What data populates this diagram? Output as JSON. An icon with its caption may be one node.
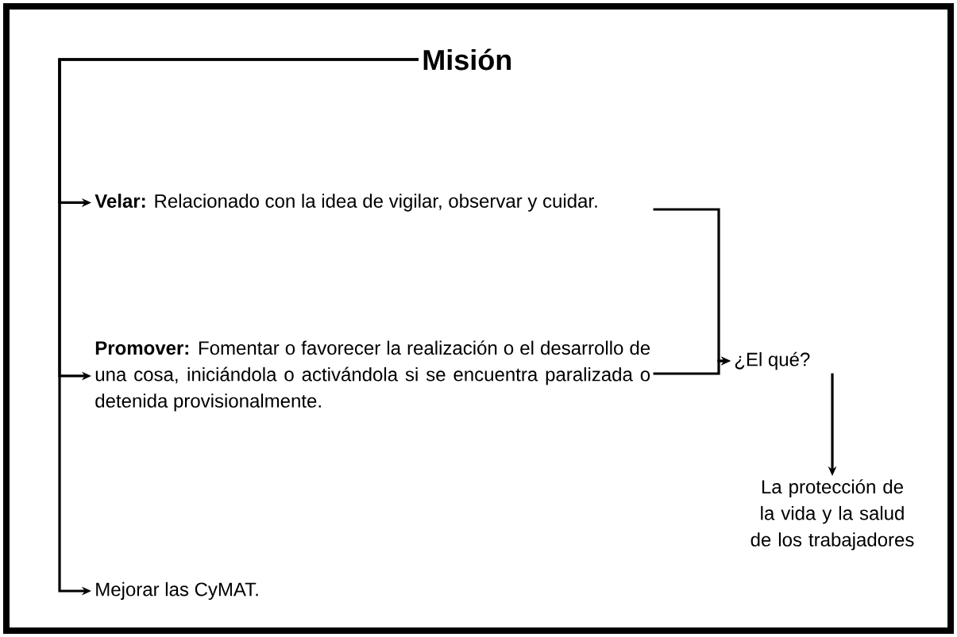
{
  "diagram": {
    "nodes": [
      {
        "text": [
          "Misión"
        ]
      },
      {
        "text": [
          "**Velar:** Relacionado con la idea de vigilar, observar y cuidar."
        ]
      },
      {
        "text": [
          "**Promover:** Fomentar o favorecer la realización o el desarrollo de una cosa, iniciándola o activándola si se encuentra paralizada o detenida provisionalmente."
        ]
      },
      {
        "text": [
          "Mejorar las CyMAT."
        ]
      },
      {
        "text": [
          "¿El qué?"
        ]
      },
      {
        "text": [
          "La protección de la vida y la salud de los trabajadores"
        ]
      }
    ],
    "edges": [
      {
        "from": 0,
        "to": 1,
        "arrow": "to"
      },
      {
        "from": 0,
        "to": 2,
        "arrow": "to"
      },
      {
        "from": 0,
        "to": 3,
        "arrow": "to"
      },
      {
        "from": 1,
        "to": 4,
        "arrow": "to"
      },
      {
        "from": 2,
        "to": 4,
        "arrow": "to"
      },
      {
        "from": 4,
        "to": 5,
        "arrow": "to"
      }
    ]
  }
}
